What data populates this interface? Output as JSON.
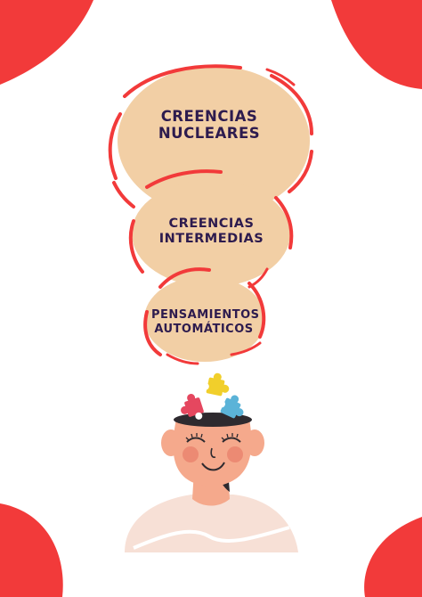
{
  "bubbles": {
    "nucleares": {
      "line1": "CREENCIAS",
      "line2": "NUCLEARES"
    },
    "intermedias": {
      "line1": "CREENCIAS",
      "line2": "INTERMEDIAS"
    },
    "automaticos": {
      "line1": "PENSAMIENTOS",
      "line2": "AUTOMÁTICOS"
    }
  },
  "colors": {
    "accent_red": "#f23a3a",
    "bubble_fill": "#f2cfa5",
    "text": "#2d1b4e",
    "skin": "#f5a98c",
    "shirt": "#f7e0d6",
    "puzzle_yellow": "#f1cf2b",
    "puzzle_red": "#e5475f",
    "puzzle_blue": "#5bb3d8"
  },
  "icons": [
    "puzzle-pieces-icon",
    "person-head-illustration"
  ]
}
